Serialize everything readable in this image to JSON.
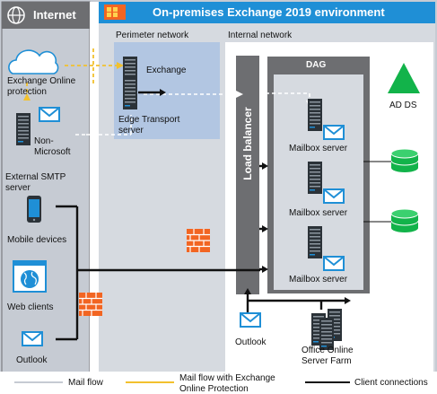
{
  "zones": {
    "internet": "Internet",
    "onprem": "On-premises Exchange 2019 environment",
    "perimeter": "Perimeter network",
    "internal": "Internal network",
    "dag": "DAG"
  },
  "nodes": {
    "eop": [
      "Exchange Online",
      "protection"
    ],
    "external_smtp": [
      "External SMTP",
      "server"
    ],
    "non_microsoft": [
      "Non-",
      "Microsoft"
    ],
    "mobile": "Mobile devices",
    "web": "Web clients",
    "outlook_ext": "Outlook",
    "exchange": "Exchange",
    "edge": [
      "Edge Transport",
      "server"
    ],
    "load_balancer": "Load balancer",
    "mailbox": [
      "Mailbox server",
      "Mailbox server",
      "Mailbox server"
    ],
    "ad_ds": "AD DS",
    "outlook_int": "Outlook",
    "oos": [
      "Office Online",
      "Server Farm"
    ]
  },
  "legend": {
    "mail_flow": "Mail flow",
    "eop_flow": [
      "Mail flow with Exchange",
      "Online Protection"
    ],
    "client": "Client connections"
  },
  "colors": {
    "accent_blue": "#1f8fd6",
    "server_dark": "#2b3238",
    "zone_gray": "#6d6e71",
    "db_green": "#12b34a",
    "firewall": "#f26522",
    "eop_yellow": "#f2c12e"
  }
}
